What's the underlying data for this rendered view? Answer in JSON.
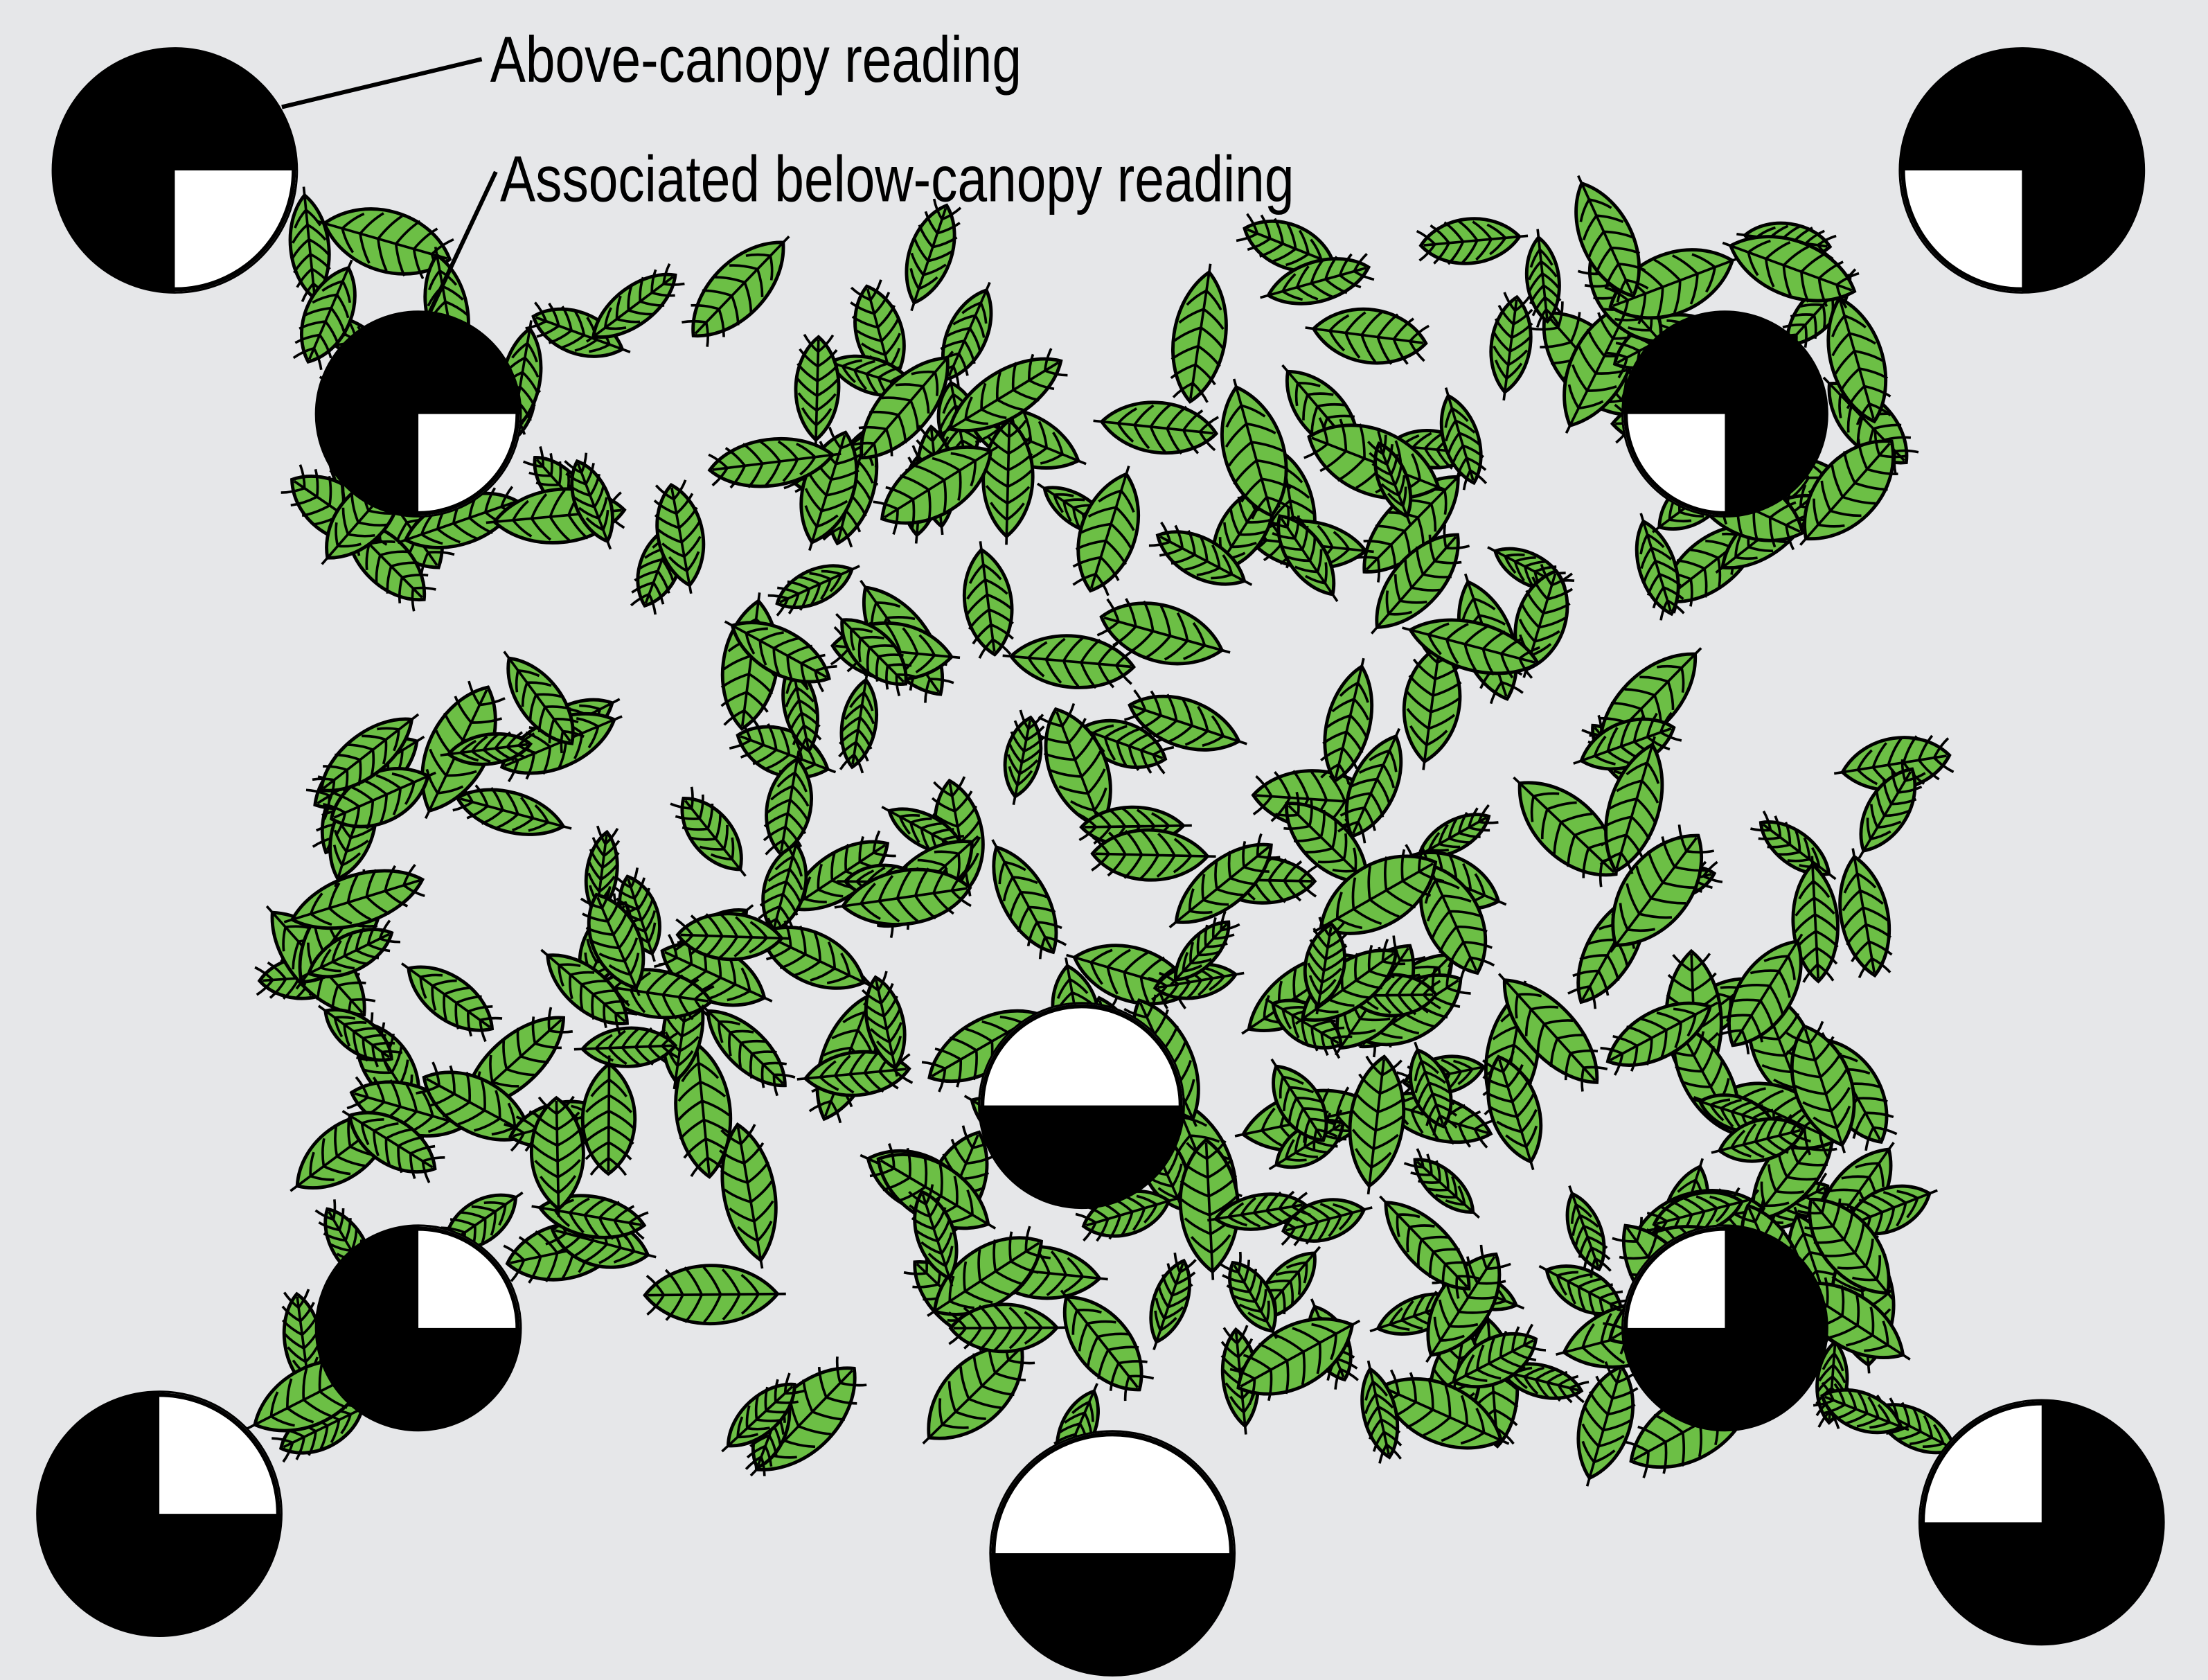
{
  "labels": {
    "above": "Above-canopy reading",
    "below": "Associated below-canopy reading"
  },
  "colors": {
    "background": "#e6e7e9",
    "leaf": "#6cbf45",
    "outline": "#000000",
    "reading_dark": "#000000",
    "reading_light": "#ffffff"
  },
  "readings": {
    "above": [
      {
        "id": "top-left",
        "light_quadrants": "bottom-right"
      },
      {
        "id": "top-right",
        "light_quadrants": "bottom-left"
      },
      {
        "id": "bottom-left",
        "light_quadrants": "top-right"
      },
      {
        "id": "bottom-center",
        "light_quadrants": "top-half"
      },
      {
        "id": "bottom-right",
        "light_quadrants": "top-left"
      }
    ],
    "below": [
      {
        "id": "top-left",
        "light_quadrants": "bottom-right"
      },
      {
        "id": "top-right",
        "light_quadrants": "bottom-left"
      },
      {
        "id": "center",
        "light_quadrants": "top-half"
      },
      {
        "id": "bottom-left",
        "light_quadrants": "top-right"
      },
      {
        "id": "bottom-right",
        "light_quadrants": "top-left"
      }
    ]
  }
}
